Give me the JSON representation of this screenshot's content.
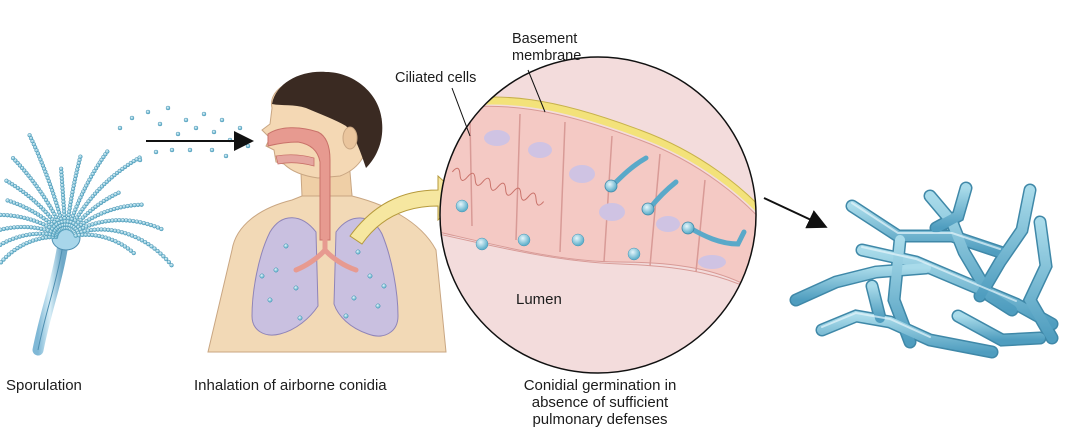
{
  "captions": {
    "sporulation": "Sporulation",
    "inhalation": "Inhalation of airborne conidia",
    "germination": [
      "Conidial germination in",
      "absence of sufficient",
      "pulmonary defenses"
    ]
  },
  "labels": {
    "basement_membrane": [
      "Basement",
      "membrane"
    ],
    "ciliated_cells": "Ciliated cells",
    "lumen": "Lumen"
  },
  "colors": {
    "spore_blue": "#7fc3d8",
    "hyphae_blue": "#5aa9c9",
    "skin": "#f2d9b6",
    "lung": "#c9c0e0",
    "airway": "#e79a90",
    "epithelium": "#f4c9c4",
    "membrane": "#f3e27a",
    "hair": "#3a2a22"
  }
}
